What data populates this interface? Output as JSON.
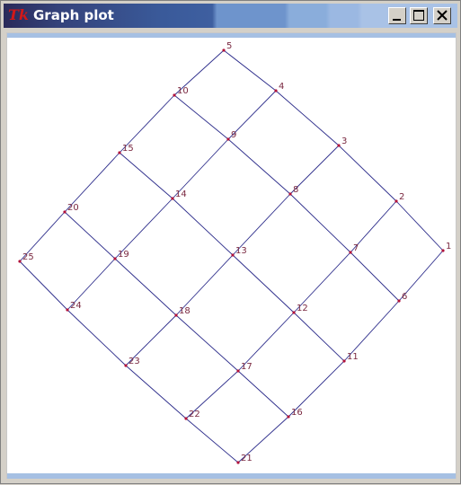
{
  "window": {
    "title": "Graph plot",
    "app_icon_text": "Tk",
    "buttons": [
      "minimize",
      "maximize",
      "close"
    ]
  },
  "colors": {
    "edge": "#2b2b8a",
    "node": "#b0103a",
    "label": "#7a2840"
  },
  "graph": {
    "nodes": [
      {
        "id": "1",
        "label": "1"
      },
      {
        "id": "2",
        "label": "2"
      },
      {
        "id": "3",
        "label": "3"
      },
      {
        "id": "4",
        "label": "4"
      },
      {
        "id": "5",
        "label": "5"
      },
      {
        "id": "6",
        "label": "6"
      },
      {
        "id": "7",
        "label": "7"
      },
      {
        "id": "8",
        "label": "8"
      },
      {
        "id": "9",
        "label": "9"
      },
      {
        "id": "10",
        "label": "10"
      },
      {
        "id": "11",
        "label": "11"
      },
      {
        "id": "12",
        "label": "12"
      },
      {
        "id": "13",
        "label": "13"
      },
      {
        "id": "14",
        "label": "14"
      },
      {
        "id": "15",
        "label": "15"
      },
      {
        "id": "16",
        "label": "16"
      },
      {
        "id": "17",
        "label": "17"
      },
      {
        "id": "18",
        "label": "18"
      },
      {
        "id": "19",
        "label": "19"
      },
      {
        "id": "20",
        "label": "20"
      },
      {
        "id": "21",
        "label": "21"
      },
      {
        "id": "22",
        "label": "22"
      },
      {
        "id": "23",
        "label": "23"
      },
      {
        "id": "24",
        "label": "24"
      },
      {
        "id": "25",
        "label": "25"
      }
    ],
    "edges": [
      [
        "1",
        "2"
      ],
      [
        "2",
        "3"
      ],
      [
        "3",
        "4"
      ],
      [
        "4",
        "5"
      ],
      [
        "6",
        "7"
      ],
      [
        "7",
        "8"
      ],
      [
        "8",
        "9"
      ],
      [
        "9",
        "10"
      ],
      [
        "11",
        "12"
      ],
      [
        "12",
        "13"
      ],
      [
        "13",
        "14"
      ],
      [
        "14",
        "15"
      ],
      [
        "16",
        "17"
      ],
      [
        "17",
        "18"
      ],
      [
        "18",
        "19"
      ],
      [
        "19",
        "20"
      ],
      [
        "21",
        "22"
      ],
      [
        "22",
        "23"
      ],
      [
        "23",
        "24"
      ],
      [
        "24",
        "25"
      ],
      [
        "1",
        "6"
      ],
      [
        "6",
        "11"
      ],
      [
        "11",
        "16"
      ],
      [
        "16",
        "21"
      ],
      [
        "2",
        "7"
      ],
      [
        "7",
        "12"
      ],
      [
        "12",
        "17"
      ],
      [
        "17",
        "22"
      ],
      [
        "3",
        "8"
      ],
      [
        "8",
        "13"
      ],
      [
        "13",
        "18"
      ],
      [
        "18",
        "23"
      ],
      [
        "4",
        "9"
      ],
      [
        "9",
        "14"
      ],
      [
        "14",
        "19"
      ],
      [
        "19",
        "24"
      ],
      [
        "5",
        "10"
      ],
      [
        "10",
        "15"
      ],
      [
        "15",
        "20"
      ],
      [
        "20",
        "25"
      ]
    ]
  }
}
